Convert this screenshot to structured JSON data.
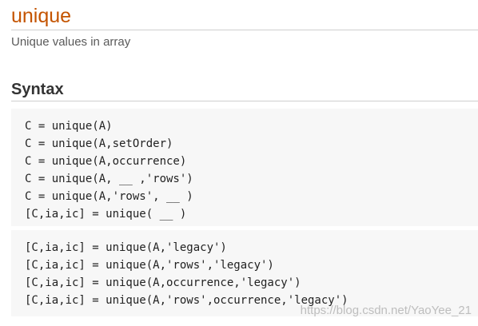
{
  "page": {
    "title": "unique",
    "purpose": "Unique values in array"
  },
  "syntax": {
    "heading": "Syntax",
    "block1": [
      "C = unique(A)",
      "C = unique(A,setOrder)",
      "C = unique(A,occurrence)",
      "C = unique(A, __ ,'rows')",
      "C = unique(A,'rows', __ )",
      "[C,ia,ic] = unique( __ )"
    ],
    "block2": [
      "[C,ia,ic] = unique(A,'legacy')",
      "[C,ia,ic] = unique(A,'rows','legacy')",
      "[C,ia,ic] = unique(A,occurrence,'legacy')",
      "[C,ia,ic] = unique(A,'rows',occurrence,'legacy')"
    ]
  },
  "watermark": "https://blog.csdn.net/YaoYee_21",
  "colors": {
    "title": "#c45400",
    "code_background": "#f7f7f7"
  }
}
